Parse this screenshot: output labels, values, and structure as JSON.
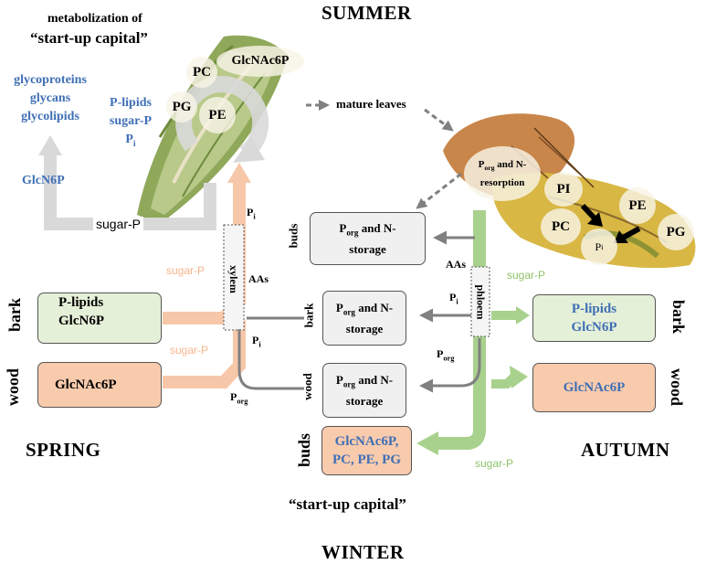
{
  "seasons": {
    "summer": "SUMMER",
    "spring": "SPRING",
    "autumn": "AUTUMN",
    "winter": "WINTER"
  },
  "top_left": {
    "metab_title_1": "metabolization of",
    "metab_title_2": "“start-up capital”",
    "glyco_1": "glycoproteins",
    "glyco_2": "glycans",
    "glyco_3": "glycolipids",
    "glcn6p": "GlcN6P",
    "sugar_p": "sugar-P",
    "bud_list_1": "P-lipids",
    "bud_list_2": "sugar-P",
    "bud_list_3": "P",
    "bud_list_3_sub": "i"
  },
  "bud_circles": {
    "pc": "PC",
    "glcnac6p": "GlcNAc6P",
    "pg": "PG",
    "pe": "PE"
  },
  "mature_leaves": "mature leaves",
  "leaf": {
    "porg": "P",
    "porg_sub": "org",
    "resorption_1": " and N-",
    "resorption_2": "resorption",
    "pi": "PI",
    "pe": "PE",
    "pc": "PC",
    "pg": "PG",
    "pi_small": "P",
    "pi_small_sub": "i"
  },
  "center": {
    "buds": "buds",
    "bark": "bark",
    "wood": "wood",
    "storage_p": "P",
    "storage_sub": "org",
    "storage_1": " and N-",
    "storage_2": "storage"
  },
  "channels": {
    "xylem": "xylem",
    "phloem": "phloem"
  },
  "flow_labels": {
    "pi_top": "P",
    "pi_sub": "i",
    "aas_left": "AAs",
    "sugar_p_orange_top": "sugar-P",
    "sugar_p_orange_bottom": "sugar-P",
    "pi_mid": "P",
    "porg_left": "P",
    "porg_sub": "org",
    "aas_right": "AAs",
    "pi_right": "P",
    "porg_right": "P",
    "sugar_p_green_top": "sugar-P",
    "sugar_p_green_bottom": "sugar-P"
  },
  "left_boxes": {
    "bark_label": "bark",
    "wood_label": "wood",
    "bark_1": "P-lipids",
    "bark_2": "GlcN6P",
    "wood_1": "GlcNAc6P"
  },
  "right_boxes": {
    "bark_label": "bark",
    "wood_label": "wood",
    "bark_1": "P-lipids",
    "bark_2": "GlcN6P",
    "wood_1": "GlcNAc6P"
  },
  "bottom": {
    "buds_label": "buds",
    "box_1": "GlcNAc6P,",
    "box_2": "PC, PE, PG",
    "startup": "“start-up capital”"
  },
  "colors": {
    "grey_flow": "#d9d9d9",
    "orange_flow": "#f7c7a9",
    "green_flow": "#a9d18e",
    "blue_text": "#3f6fb5",
    "dark_line": "#7f7f7f"
  }
}
